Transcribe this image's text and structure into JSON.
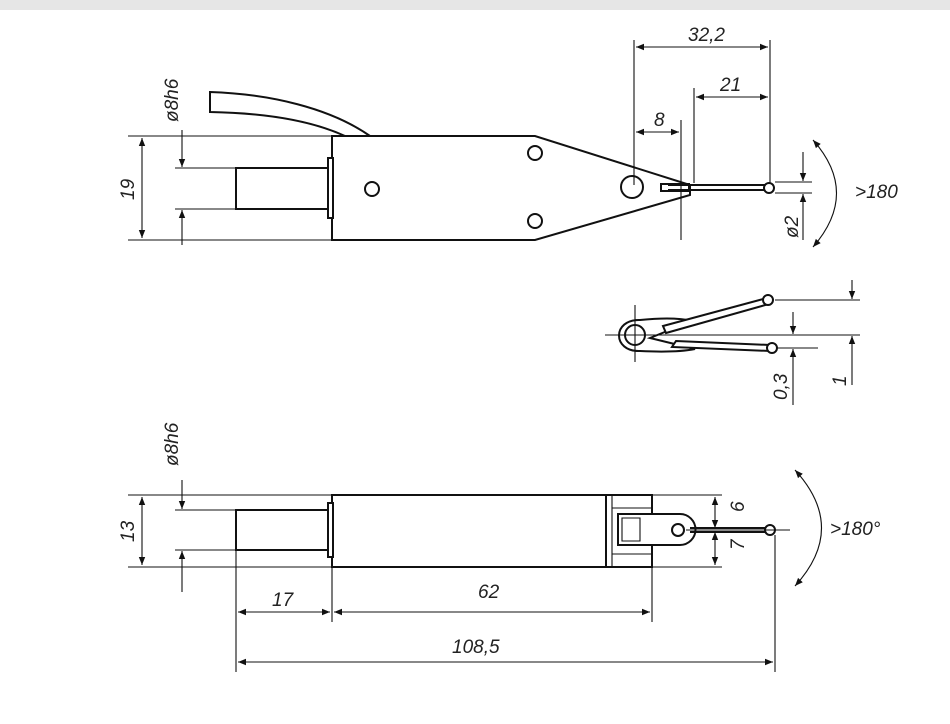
{
  "drawing": {
    "top_view": {
      "dim_overall_tip": "32,2",
      "dim_stylus_length": "21",
      "dim_pivot_offset": "8",
      "dim_ball_diameter": "ø2",
      "dim_swivel_angle": ">180",
      "dim_shank_diameter": "ø8h6",
      "dim_body_height": "19"
    },
    "stylus_detail": {
      "dim_offset_small": "0,3",
      "dim_offset_large": "1"
    },
    "side_view": {
      "dim_shank_diameter": "ø8h6",
      "dim_body_height": "13",
      "dim_upper": "6",
      "dim_lower": "7",
      "dim_swivel_angle": ">180°",
      "dim_shank_length": "17",
      "dim_body_length": "62",
      "dim_total_length": "108,5"
    }
  }
}
